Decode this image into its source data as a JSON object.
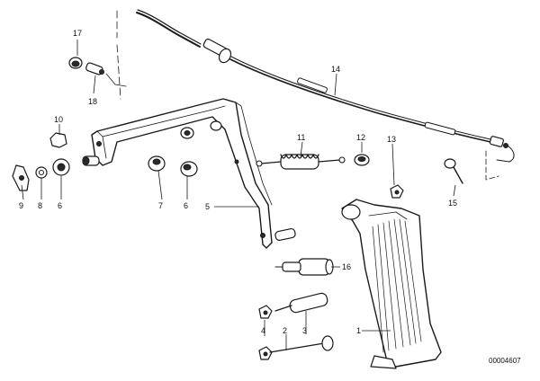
{
  "diagram": {
    "background": "#ffffff",
    "ink": "#1a1a1a",
    "callouts": {
      "c1": "1",
      "c2": "2",
      "c3": "3",
      "c4": "4",
      "c5": "5",
      "c6a": "6",
      "c6b": "6",
      "c7": "7",
      "c8": "8",
      "c9": "9",
      "c10": "10",
      "c11": "11",
      "c12": "12",
      "c13": "13",
      "c14": "14",
      "c15": "15",
      "c16": "16",
      "c17": "17",
      "c18": "18"
    },
    "drawing_code": "00004607"
  }
}
